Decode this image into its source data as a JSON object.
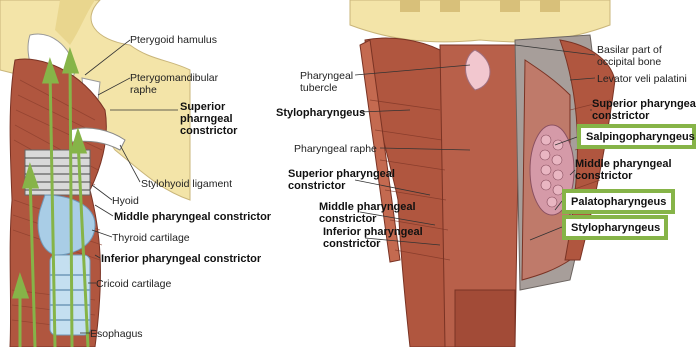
{
  "left_figure": {
    "labels": {
      "pterygoid_hamulus": "Pterygoid hamulus",
      "pterygomandibular_raphe": "Pterygomandibular raphe",
      "superior_constrictor": "Superior pharngeal constrictor",
      "stylohyoid_ligament": "Stylohyoid ligament",
      "hyoid": "Hyoid",
      "middle_constrictor": "Middle pharyngeal constrictor",
      "thyroid_cartilage": "Thyroid cartilage",
      "inferior_constrictor": "Inferior pharyngeal constrictor",
      "cricoid_cartilage": "Cricoid cartilage",
      "esophagus": "Esophagus"
    }
  },
  "right_figure": {
    "labels": {
      "pharyngeal_tubercle": "Pharyngeal tubercle",
      "stylopharyngeus_left": "Stylopharyngeus",
      "pharyngeal_raphe": "Pharyngeal raphe",
      "superior_constrictor_left": "Superior pharyngeal constrictor",
      "middle_constrictor_left": "Middle pharyngeal constrictor",
      "inferior_constrictor_left": "Inferior pharyngeal constrictor",
      "basilar_part": "Basilar part of occipital bone",
      "levator_veli_palatini": "Levator veli palatini",
      "superior_constrictor_right": "Superior pharyngeal constrictor",
      "middle_constrictor_right": "Middle pharyngeal constrictor"
    },
    "highlighted": {
      "salpingopharyngeus": "Salpingopharyngeus",
      "palatopharyngeus": "Palatopharyngeus",
      "stylopharyngeus": "Stylopharyngeus"
    }
  },
  "colors": {
    "highlight_green": "#86b448",
    "muscle": "#b0563f",
    "bone": "#f3e4a8",
    "cartilage": "#a9cde6"
  }
}
